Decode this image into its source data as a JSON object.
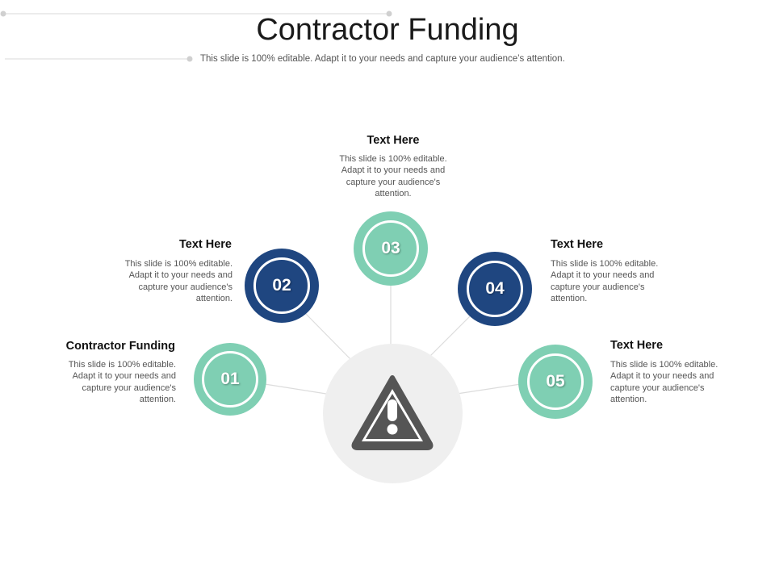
{
  "slide": {
    "title": "Contractor Funding",
    "subtitle": "This slide is 100% editable. Adapt it to your needs and capture your audience’s attention."
  },
  "colors": {
    "teal": "#7fcfb3",
    "navy": "#1f4680",
    "hub_background": "#efefef",
    "warning_icon": "#555555"
  },
  "hub": {
    "icon": "warning-triangle-icon"
  },
  "steps": [
    {
      "number": "01",
      "title": "Contractor Funding",
      "text": "This slide is 100% editable. Adapt it to your needs and capture your audience's attention.",
      "color": "teal"
    },
    {
      "number": "02",
      "title": "Text Here",
      "text": "This slide is 100% editable. Adapt it to your needs and capture your audience's attention.",
      "color": "navy"
    },
    {
      "number": "03",
      "title": "Text Here",
      "text": "This slide is 100% editable. Adapt it to your needs and capture your audience's attention.",
      "color": "teal"
    },
    {
      "number": "04",
      "title": "Text Here",
      "text": "This slide is 100% editable. Adapt it to your needs and capture your audience's attention.",
      "color": "navy"
    },
    {
      "number": "05",
      "title": "Text Here",
      "text": "This slide is 100% editable. Adapt it to your needs and capture your audience's attention.",
      "color": "teal"
    }
  ]
}
